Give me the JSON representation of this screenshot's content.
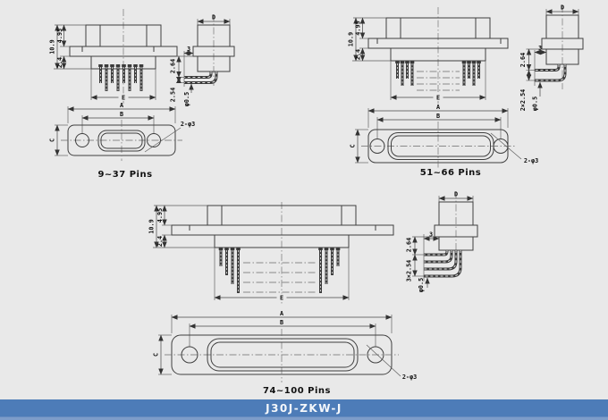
{
  "page": {
    "background": "#e9e9e9"
  },
  "footer": {
    "label": "J30J-ZKW-J",
    "bar_color": "#4d7cb8",
    "strip_color": "#7d9cc9",
    "text_color": "#f4f7fb"
  },
  "groups": {
    "g1": {
      "caption": "9~37 Pins",
      "section": {
        "height_total": "10.9",
        "height_top": "4.95",
        "height_flange": "2.4",
        "width_label": "E"
      },
      "side": {
        "top_width": "D",
        "pin_offset": "3",
        "first_row": "2.64",
        "row_pitch": "2.54",
        "pin_dia": "φ0.5"
      },
      "face": {
        "length": "A",
        "hole_span": "B",
        "width": "C",
        "mount_holes": "2-φ3"
      }
    },
    "g2": {
      "caption": "51~66 Pins",
      "section": {
        "height_total": "10.9",
        "height_top": "4.95",
        "height_flange": "2.4",
        "width_label": "E"
      },
      "side": {
        "top_width": "D",
        "pin_offset": "3",
        "first_row": "2.64",
        "row_pitch": "2×2.54",
        "pin_dia": "φ0.5"
      },
      "face": {
        "length": "A",
        "hole_span": "B",
        "width": "C",
        "mount_holes": "2-φ3"
      }
    },
    "g3": {
      "caption": "74~100 Pins",
      "section": {
        "height_total": "10.9",
        "height_top": "4.95",
        "height_flange": "2.4",
        "width_label": "E"
      },
      "side": {
        "top_width": "D",
        "pin_offset": "3",
        "first_row": "2.64",
        "row_pitch": "3×2.54",
        "pin_dia": "φ0.5"
      },
      "face": {
        "length": "A",
        "hole_span": "B",
        "width": "C",
        "mount_holes": "2-φ3"
      }
    }
  }
}
